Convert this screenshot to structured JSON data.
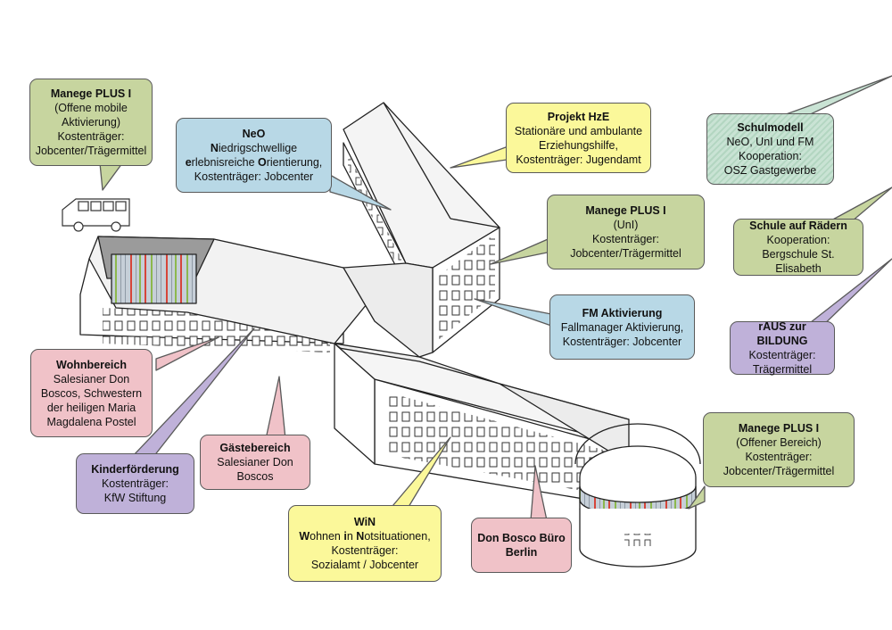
{
  "colors": {
    "green": "#c7d59f",
    "blue": "#b8d8e6",
    "yellow": "#fbf89a",
    "pink": "#f0c2c8",
    "purple": "#bfb1d9",
    "hatch": "#c9e3d4"
  },
  "icons": {
    "vehicle": "bus-icon",
    "building": "building-illustration"
  },
  "callouts": {
    "manege_mobil": {
      "title": "Manege PLUS I",
      "lines": [
        "(Offene mobile",
        "Aktivierung)",
        "Kostenträger:",
        "Jobcenter/Trägermittel"
      ]
    },
    "neo": {
      "title": "NeO",
      "lines_html": [
        "<b>N</b>iedrigschwellige",
        "<b>e</b>rlebnisreiche <b>O</b>rientierung,",
        "Kostenträger: Jobcenter"
      ]
    },
    "hze": {
      "title": "Projekt HzE",
      "lines": [
        "Stationäre und ambulante",
        "Erziehungshilfe,",
        "Kostenträger: Jugendamt"
      ]
    },
    "schulmodell": {
      "title": "Schulmodell",
      "lines": [
        "NeO, UnI und FM",
        "Kooperation:",
        "OSZ Gastgewerbe"
      ]
    },
    "manege_uni": {
      "title": "Manege PLUS I",
      "lines": [
        "(UnI)",
        "Kostenträger:",
        "Jobcenter/Trägermittel"
      ]
    },
    "schule_raedern": {
      "title": "Schule auf Rädern",
      "lines": [
        "Kooperation:",
        "Bergschule St. Elisabeth"
      ]
    },
    "fm": {
      "title": "FM Aktivierung",
      "lines": [
        "Fallmanager Aktivierung,",
        "Kostenträger: Jobcenter"
      ]
    },
    "raus": {
      "title": "rAUS zur BILDUNG",
      "lines": [
        "Kostenträger:",
        "Trägermittel"
      ]
    },
    "wohnbereich": {
      "title": "Wohnbereich",
      "lines": [
        "Salesianer Don",
        "Boscos, Schwestern",
        "der heiligen Maria",
        "Magdalena Postel"
      ]
    },
    "kinder": {
      "title": "Kinderförderung",
      "lines": [
        "Kostenträger:",
        "KfW Stiftung"
      ]
    },
    "gaeste": {
      "title": "Gästebereich",
      "lines": [
        "Salesianer Don",
        "Boscos"
      ]
    },
    "win": {
      "title": "WiN",
      "lines_html": [
        "<b>W</b>ohnen <b>i</b>n <b>N</b>otsituationen,",
        "Kostenträger:",
        "Sozialamt / Jobcenter"
      ]
    },
    "buero": {
      "title": "Don Bosco Büro",
      "lines": [
        "Berlin"
      ]
    },
    "manege_offen": {
      "title": "Manege PLUS I",
      "lines": [
        "(Offener Bereich)",
        "Kostenträger:",
        "Jobcenter/Trägermittel"
      ]
    }
  }
}
